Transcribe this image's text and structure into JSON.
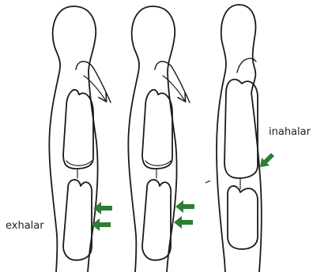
{
  "labels": {
    "exhale": "exhalar",
    "inhale": "inahalar"
  },
  "figures": [
    {
      "name": "figure-exhale-1",
      "phase": "exhale",
      "arrow_count": 2
    },
    {
      "name": "figure-exhale-2",
      "phase": "exhale",
      "arrow_count": 2
    },
    {
      "name": "figure-inhale",
      "phase": "inhale",
      "arrow_count": 1
    }
  ],
  "colors": {
    "outline": "#1a1a1a",
    "arrow": "#2e7d32",
    "background": "#ffffff"
  }
}
